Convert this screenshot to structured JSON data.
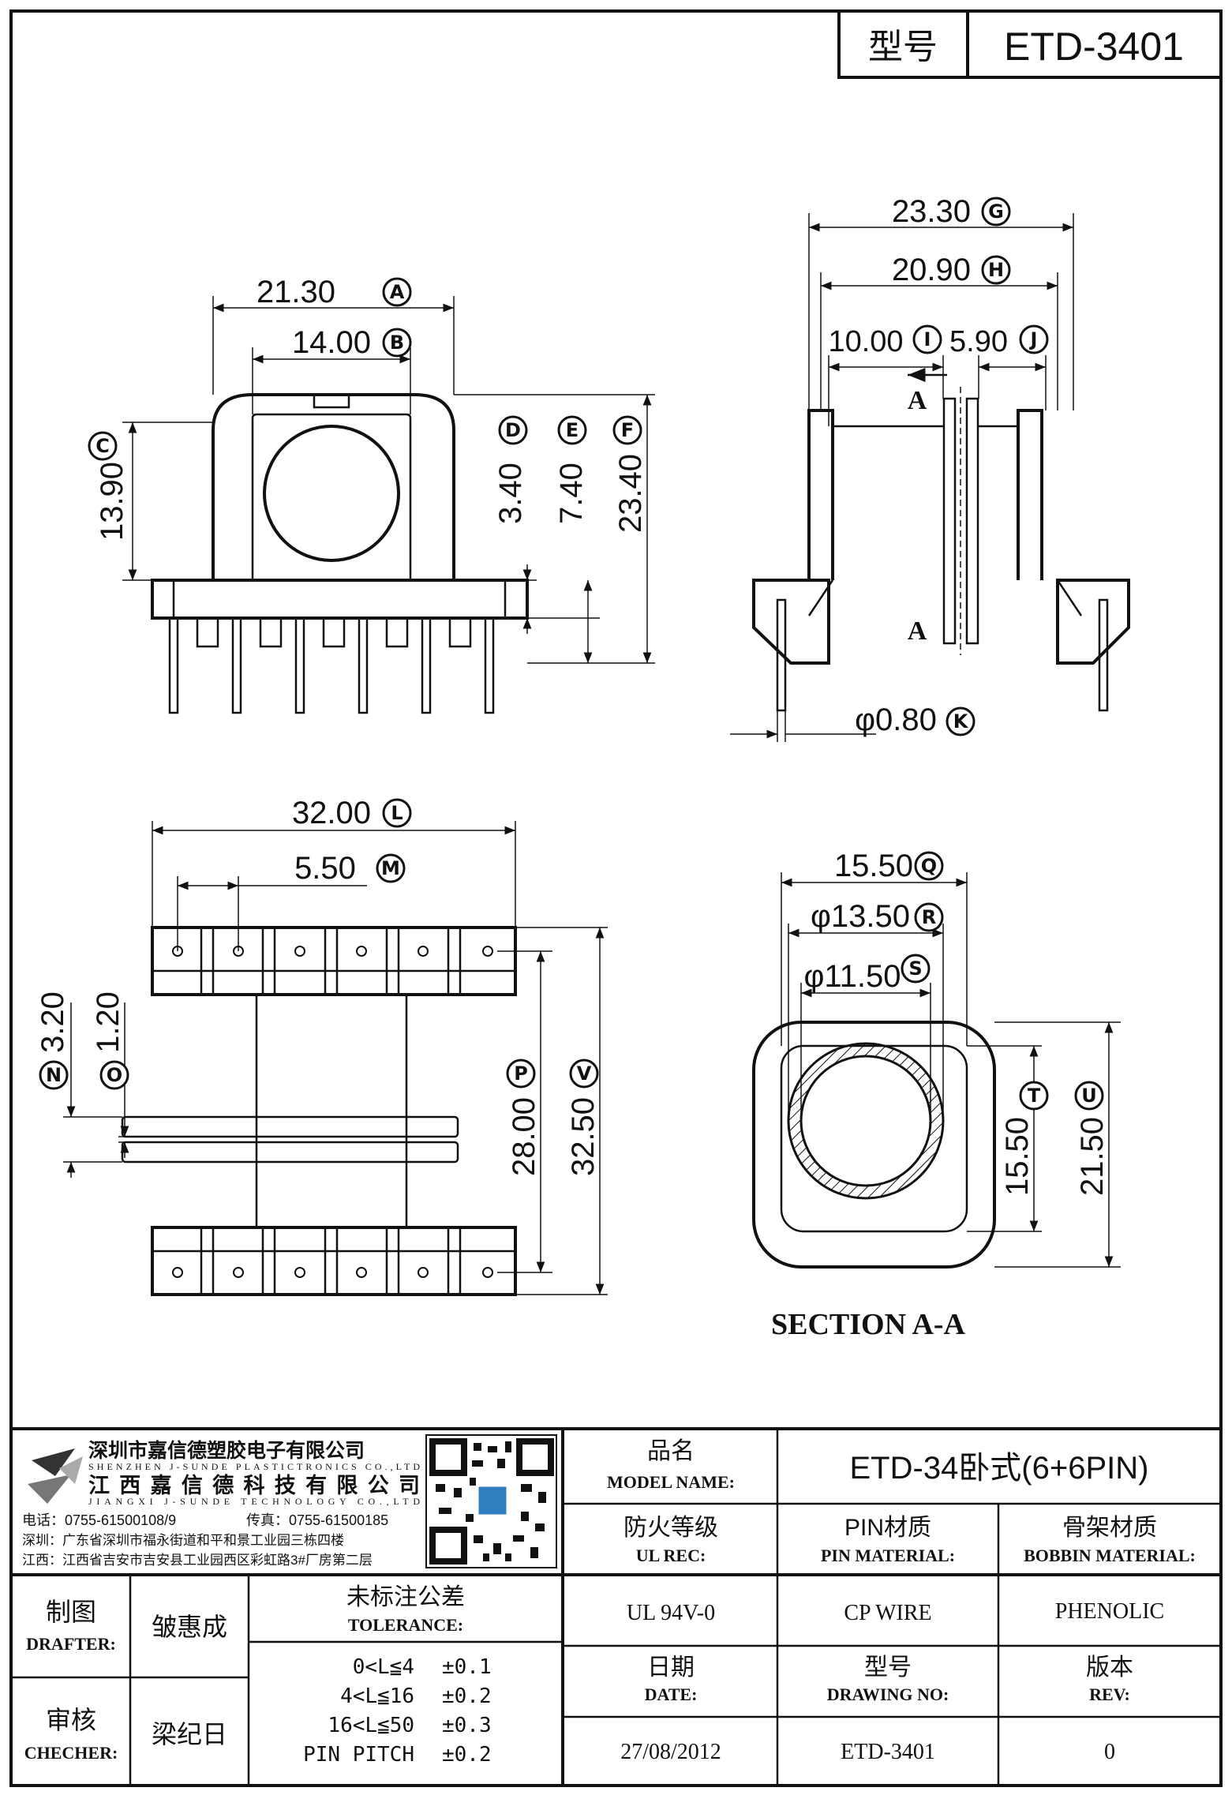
{
  "header": {
    "label": "型号",
    "value": "ETD-3401"
  },
  "dims": {
    "A": {
      "value": "21.30",
      "letter": "A"
    },
    "B": {
      "value": "14.00",
      "letter": "B"
    },
    "C": {
      "value": "13.90",
      "letter": "C"
    },
    "D": {
      "value": "3.40",
      "letter": "D"
    },
    "E": {
      "value": "7.40",
      "letter": "E"
    },
    "F": {
      "value": "23.40",
      "letter": "F"
    },
    "G": {
      "value": "23.30",
      "letter": "G"
    },
    "H": {
      "value": "20.90",
      "letter": "H"
    },
    "I": {
      "value": "10.00",
      "letter": "I"
    },
    "J": {
      "value": "5.90",
      "letter": "J"
    },
    "K": {
      "value": "φ0.80",
      "letter": "K"
    },
    "L": {
      "value": "32.00",
      "letter": "L"
    },
    "M": {
      "value": "5.50",
      "letter": "M"
    },
    "N": {
      "value": "3.20",
      "letter": "N"
    },
    "O": {
      "value": "1.20",
      "letter": "O"
    },
    "P": {
      "value": "28.00",
      "letter": "P"
    },
    "V": {
      "value": "32.50",
      "letter": "V"
    },
    "Q": {
      "value": "15.50",
      "letter": "Q"
    },
    "R": {
      "value": "φ13.50",
      "letter": "R"
    },
    "S": {
      "value": "φ11.50",
      "letter": "S"
    },
    "T": {
      "value": "15.50",
      "letter": "T"
    },
    "U": {
      "value": "21.50",
      "letter": "U"
    }
  },
  "section_marker": "A",
  "section_title": "SECTION A-A",
  "company": {
    "name_cn_1": "深圳市嘉信德塑胶电子有限公司",
    "name_en_1": "SHENZHEN J-SUNDE PLASTICTRONICS CO.,LTD",
    "name_cn_2": "江西嘉信德科技有限公司",
    "name_en_2": "JIANGXI J-SUNDE TECHNOLOGY CO.,LTD",
    "tel": "电话：0755-61500108/9",
    "fax": "传真：0755-61500185",
    "addr_sz": "深圳：广东省深圳市福永街道和平和景工业园三栋四楼",
    "addr_jx": "江西：江西省吉安市吉安县工业园西区彩虹路3#厂房第二层"
  },
  "title_block": {
    "model_name_cn": "品名",
    "model_name_en": "MODEL NAME:",
    "model_name_value": "ETD-34卧式(6+6PIN)",
    "ul_cn": "防火等级",
    "ul_en": "UL REC:",
    "pin_cn": "PIN材质",
    "pin_en": "PIN MATERIAL:",
    "bobbin_cn": "骨架材质",
    "bobbin_en": "BOBBIN MATERIAL:",
    "ul_value": "UL 94V-0",
    "pin_value": "CP WIRE",
    "bobbin_value": "PHENOLIC",
    "date_cn": "日期",
    "date_en": "DATE:",
    "drawing_cn": "型号",
    "drawing_en": "DRAWING NO:",
    "rev_cn": "版本",
    "rev_en": "REV:",
    "date_value": "27/08/2012",
    "drawing_value": "ETD-3401",
    "rev_value": "0",
    "drafter_cn": "制图",
    "drafter_en": "DRAFTER:",
    "drafter_name": "皱惠成",
    "checker_cn": "审核",
    "checker_en": "CHECHER:",
    "checker_name": "梁纪日",
    "tolerance_cn": "未标注公差",
    "tolerance_en": "TOLERANCE:",
    "tolerances": [
      {
        "range": "0<L≦4",
        "tol": "±0.1"
      },
      {
        "range": "4<L≦16",
        "tol": "±0.2"
      },
      {
        "range": "16<L≦50",
        "tol": "±0.3"
      },
      {
        "range": "PIN PITCH",
        "tol": "±0.2"
      }
    ]
  }
}
